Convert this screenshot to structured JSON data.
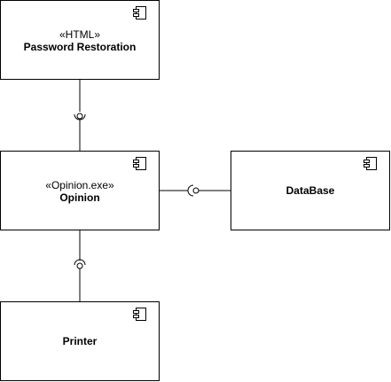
{
  "diagram": {
    "components": {
      "password_restoration": {
        "stereotype": "«HTML»",
        "name": "Password Restoration"
      },
      "opinion": {
        "stereotype": "«Opinion.exe»",
        "name": "Opinion"
      },
      "database": {
        "name": "DataBase"
      },
      "printer": {
        "name": "Printer"
      }
    },
    "icon": "uml-component-icon",
    "interfaces": [
      "password-restoration-to-opinion",
      "opinion-to-database",
      "opinion-to-printer"
    ],
    "colors": {
      "stroke": "#000000",
      "fill": "#ffffff"
    }
  }
}
